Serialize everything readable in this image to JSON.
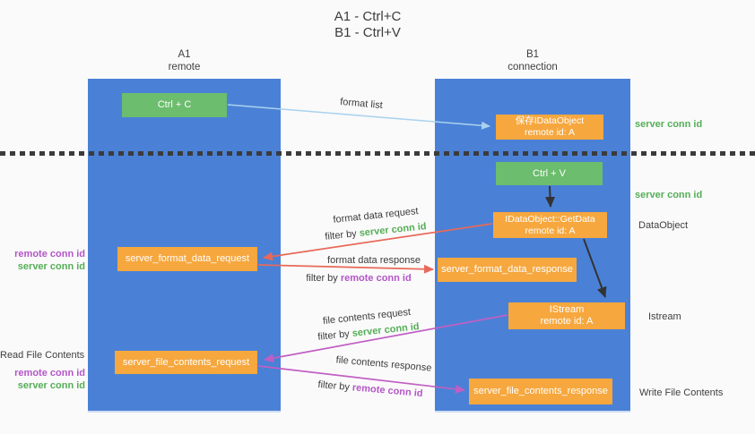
{
  "title": {
    "line1": "A1 - Ctrl+C",
    "line2": "B1 - Ctrl+V"
  },
  "columns": {
    "a": {
      "name": "A1",
      "subtitle": "remote"
    },
    "b": {
      "name": "B1",
      "subtitle": "connection"
    }
  },
  "nodes": {
    "ctrl_c": {
      "label": "Ctrl + C"
    },
    "ctrl_v": {
      "label": "Ctrl + V"
    },
    "save_idataobject": {
      "line1": "保存IDataObject",
      "line2": "remote id: A"
    },
    "getdata": {
      "line1": "IDataObject::GetData",
      "line2": "remote id: A"
    },
    "istream": {
      "line1": "IStream",
      "line2": "remote id: A"
    },
    "format_request": {
      "label": "server_format_data_request"
    },
    "format_response": {
      "label": "server_format_data_response"
    },
    "file_request": {
      "label": "server_file_contents_request"
    },
    "file_response": {
      "label": "server_file_contents_response"
    }
  },
  "side_labels": {
    "server_conn_id": "server conn id",
    "remote_conn_id": "remote conn id",
    "dataobject": "DataObject",
    "istream": "Istream",
    "read_file_contents": "Read File Contents",
    "write_file_contents": "Write File Contents"
  },
  "arrow_labels": {
    "format_list": "format list",
    "format_data_request": "format data request",
    "format_data_response": "format data response",
    "file_contents_request": "file contents request",
    "file_contents_response": "file contents response",
    "filter_by": "filter by ",
    "server_conn_id": "server conn id",
    "remote_conn_id": "remote conn id"
  },
  "colors": {
    "lifeline_blue": "#4a81d6",
    "node_green": "#6cbd6d",
    "node_orange": "#f6a73e",
    "server_conn_green": "#55ae57",
    "remote_conn_purple": "#b455c8",
    "arrow_blue": "#a9d2ef",
    "arrow_red": "#e8695a",
    "arrow_magenta": "#c05fc3",
    "arrow_black": "#333333",
    "background": "#fafafa",
    "text_dark": "#3f3f3f"
  }
}
